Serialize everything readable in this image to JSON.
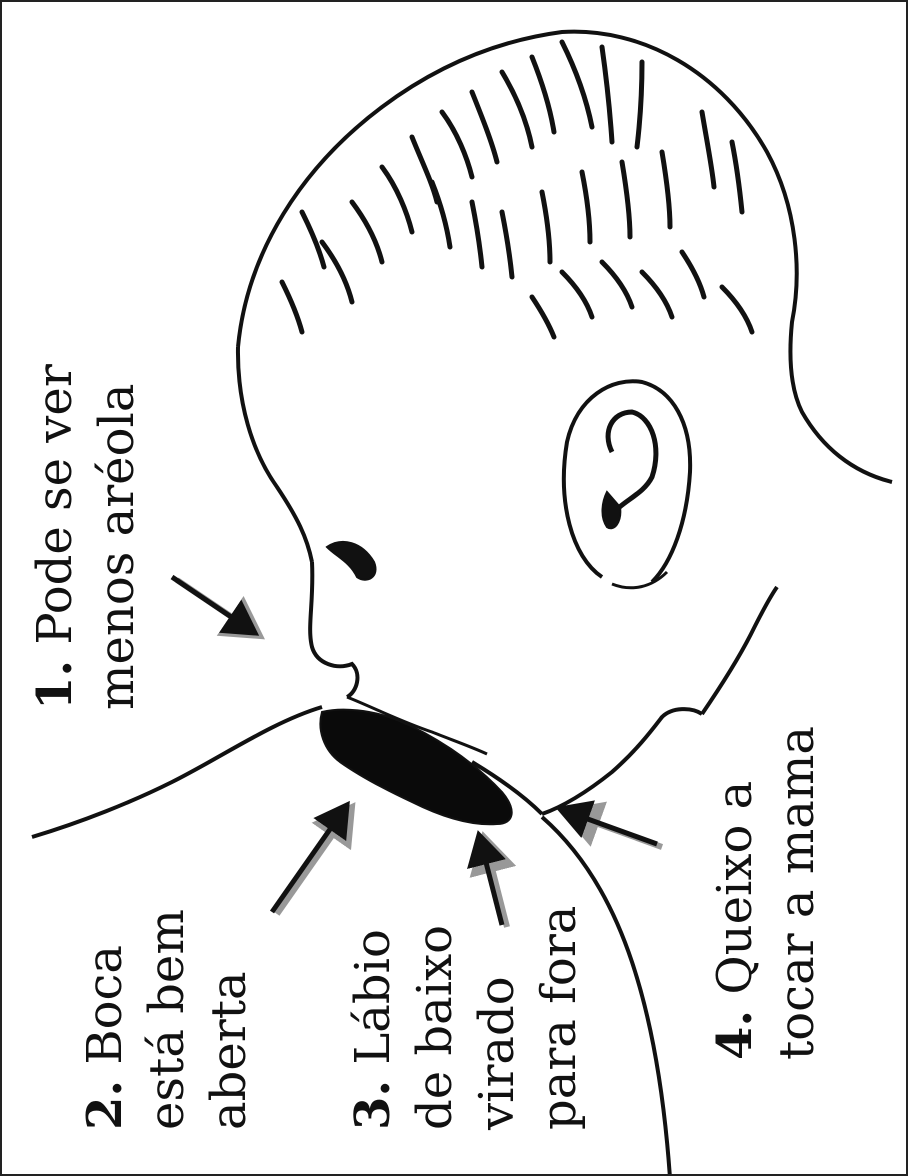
{
  "annotations": [
    {
      "number": "1.",
      "lines": [
        "Pode se ver",
        "menos aréola"
      ]
    },
    {
      "number": "2.",
      "lines": [
        "Boca",
        "está bem",
        "aberta"
      ]
    },
    {
      "number": "3.",
      "lines": [
        "Lábio",
        "de baixo",
        "virado",
        "para fora"
      ]
    },
    {
      "number": "4.",
      "lines": [
        "Queixo a",
        "tocar a mama"
      ]
    }
  ]
}
